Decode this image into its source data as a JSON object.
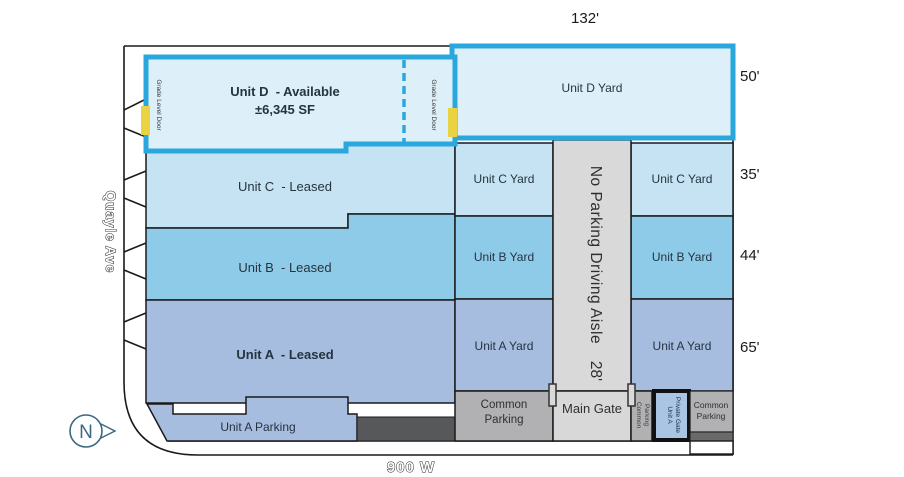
{
  "dimensions": {
    "top_width": "132'",
    "d_yard_depth": "50'",
    "c_yard_depth": "35'",
    "b_yard_depth": "44'",
    "a_yard_depth": "65'",
    "aisle_width": "28'"
  },
  "streets": {
    "west": "Quayle Ave",
    "south": "900 W"
  },
  "compass": {
    "north": "N"
  },
  "building": {
    "unit_d": {
      "name": "Unit D  - Available",
      "area": "±6,345 SF"
    },
    "unit_c": {
      "name": "Unit C  - Leased"
    },
    "unit_b": {
      "name": "Unit B  - Leased"
    },
    "unit_a": {
      "name": "Unit A  - Leased"
    }
  },
  "doors": {
    "grade_level": "Grade Level Door"
  },
  "yards": {
    "unit_d": "Unit D Yard",
    "unit_c": "Unit C Yard",
    "unit_b": "Unit B Yard",
    "unit_a": "Unit A Yard"
  },
  "aisle": {
    "label": "No Parking Driving Aisle"
  },
  "parking": {
    "unit_a": "Unit A Parking",
    "common": {
      "line1": "Common",
      "line2": "Parking"
    }
  },
  "gates": {
    "main": "Main Gate",
    "private": {
      "line1": "Unit A",
      "line2": "Private Gate"
    }
  },
  "colors": {
    "unit_d_fill": "#ddf0fa",
    "unit_d_border": "#2aa7dc",
    "unit_c": "#c6e3f4",
    "unit_b": "#8ecbe9",
    "unit_a": "#a6bde0",
    "private_gate": "#aac4e4",
    "aisle_gray": "#d9d9d9",
    "main_gate_gray": "#d8d8d8",
    "parking_gray": "#b1b1b3",
    "dark_box": "#57585a",
    "dark_strip": "#6a6a6c",
    "door_yellow": "#e9d342",
    "outline": "#1a1a1a",
    "compass": "#3a6980"
  }
}
